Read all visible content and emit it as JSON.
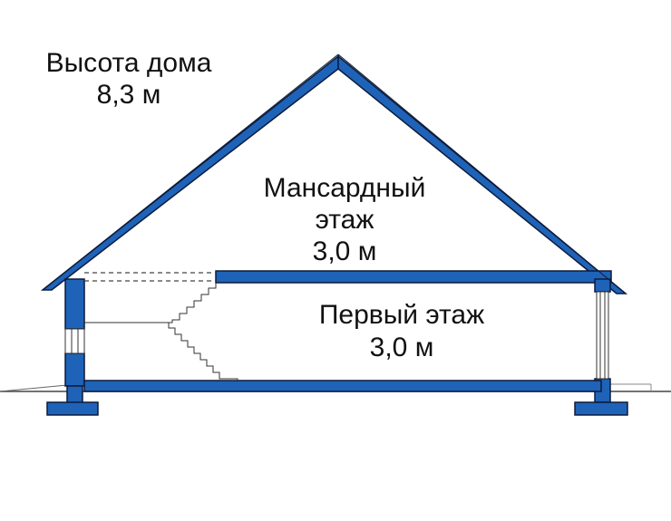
{
  "labels": {
    "house_height_title": "Высота дома",
    "house_height_value": "8,3 м",
    "attic_floor_line1": "Мансардный",
    "attic_floor_line2": "этаж",
    "attic_floor_height": "3,0 м",
    "first_floor_name": "Первый этаж",
    "first_floor_height": "3,0 м"
  },
  "colors": {
    "structure_fill": "#1e63b8",
    "structure_outline": "#0d1b3a",
    "background": "#ffffff",
    "text": "#111111"
  }
}
